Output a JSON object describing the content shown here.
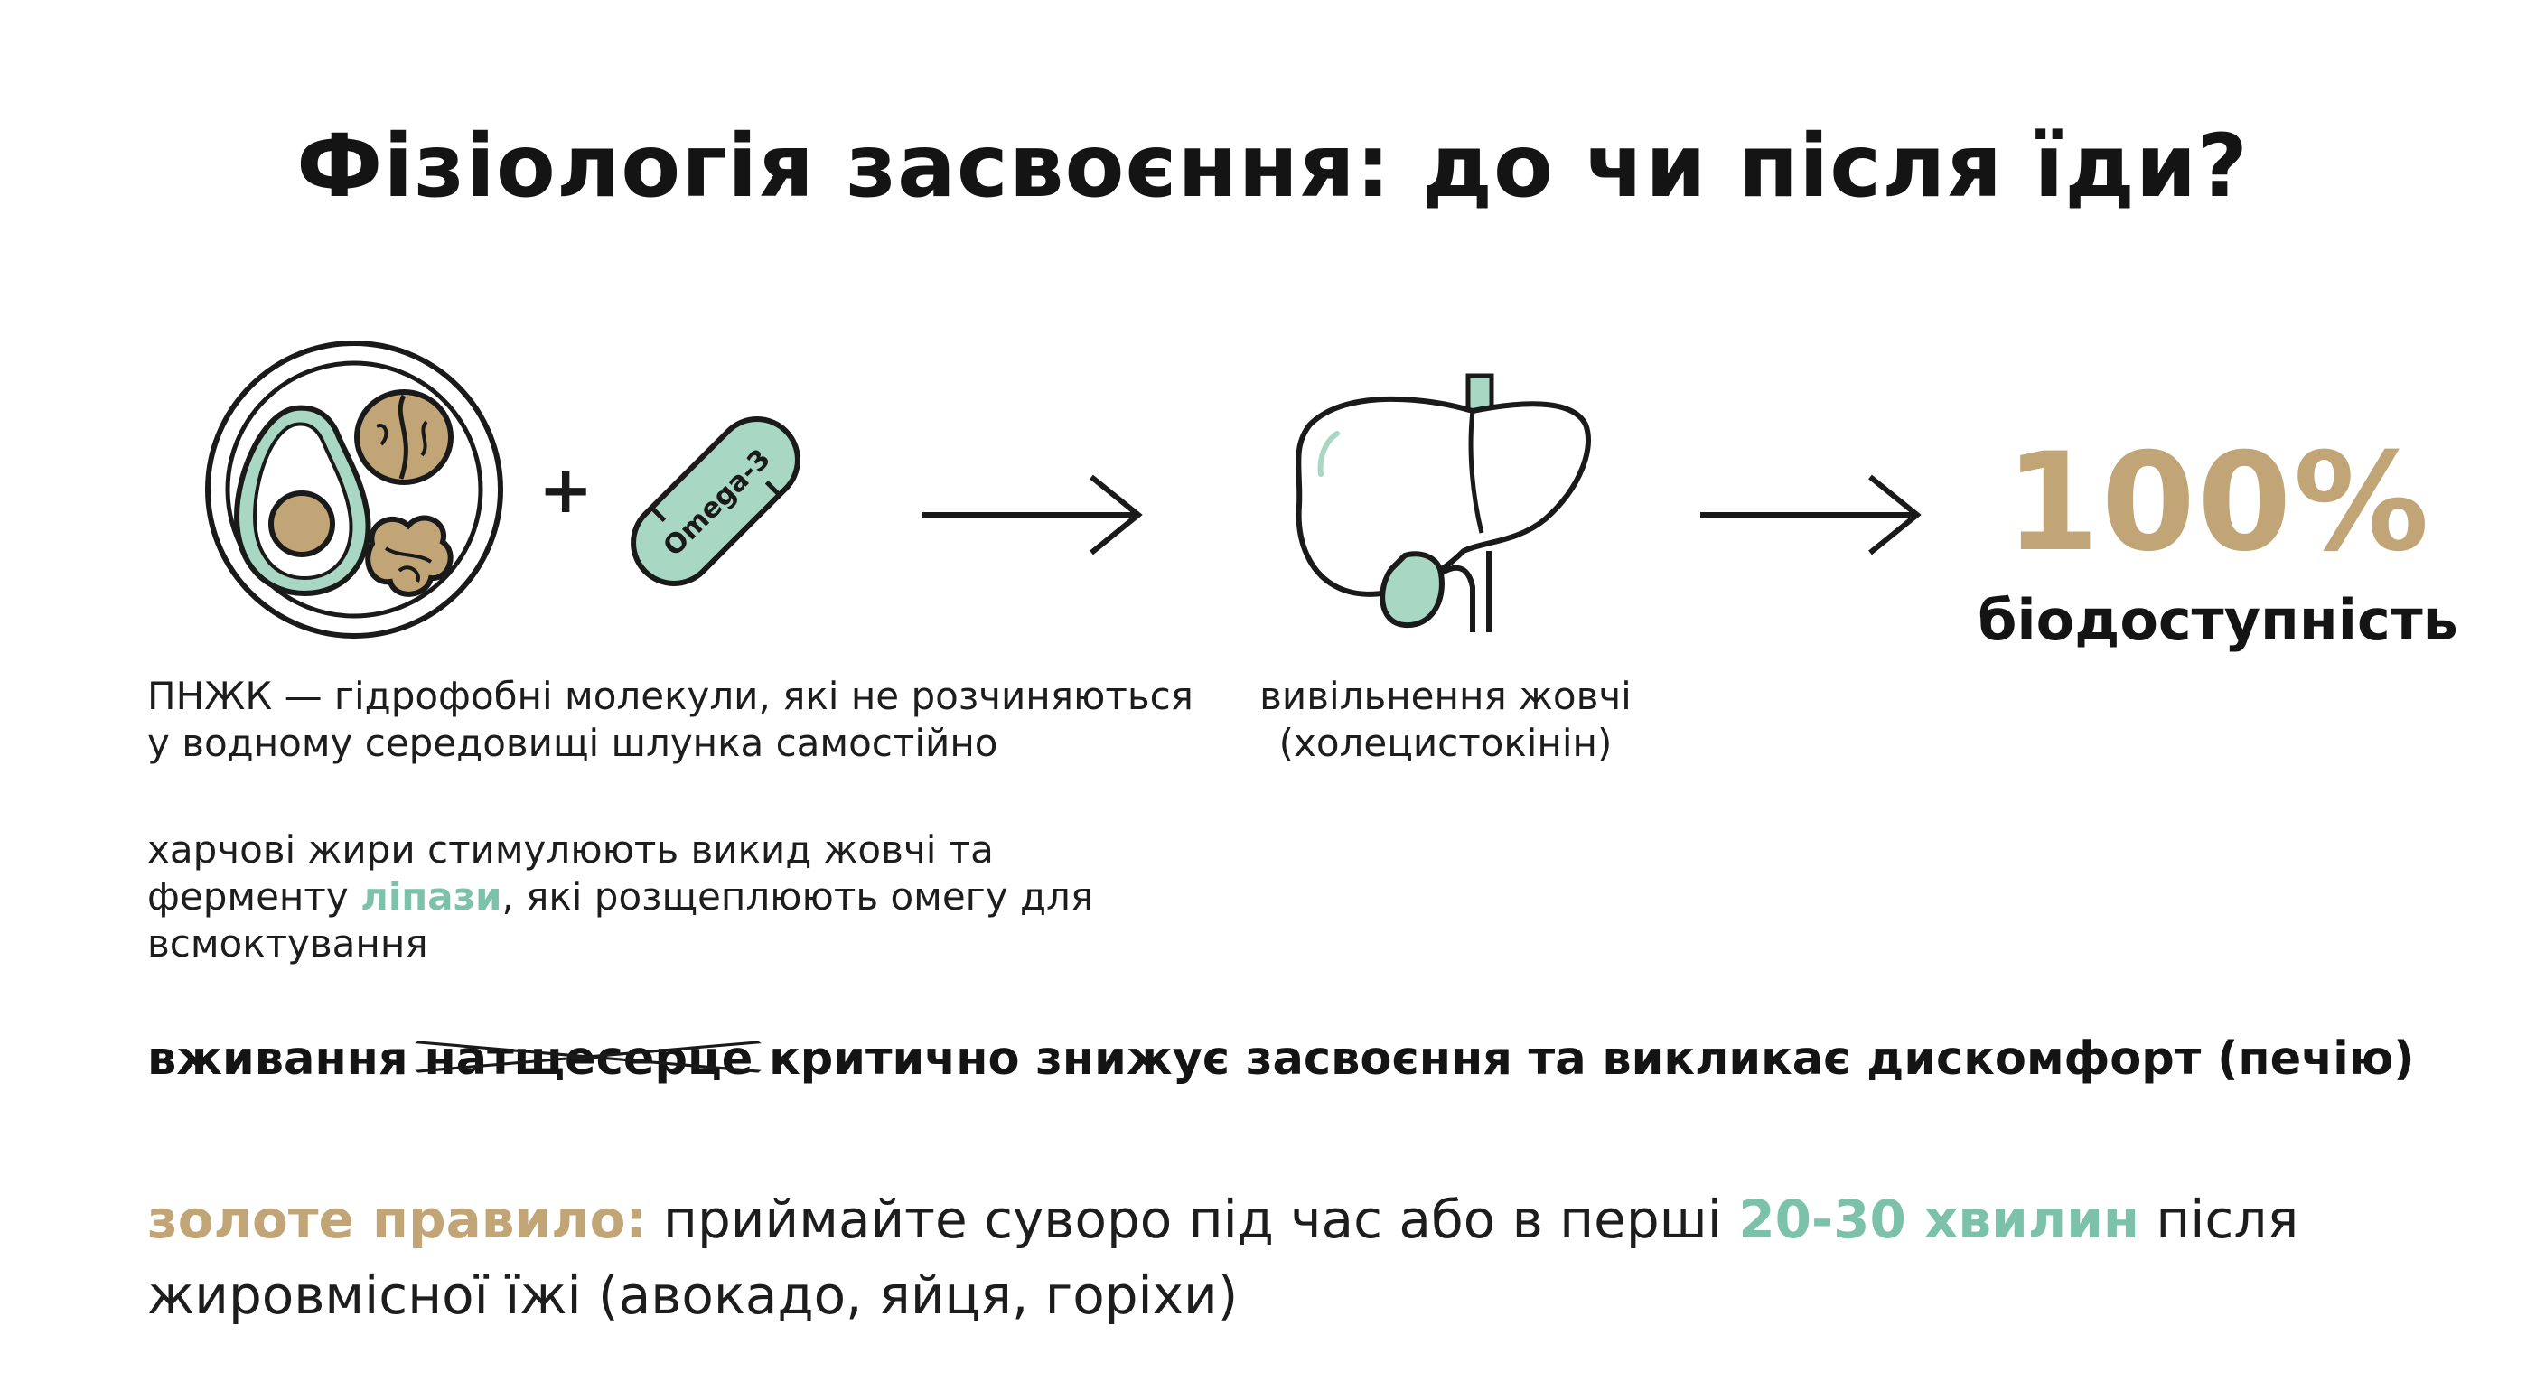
{
  "title": "Фізіологія засвоєння: до чи після їди?",
  "plus_sign": "+",
  "capsule_label": "Omega-3",
  "result": {
    "percent": "100%",
    "label": "біодоступність"
  },
  "description_pufa": {
    "line1": "ПНЖК — гідрофобні молекули, які не розчиняються",
    "line2": "у водному середовищі шлунка самостійно"
  },
  "description_bile": {
    "line1": "вивільнення жовчі",
    "line2": "(холецистокінін)"
  },
  "description_fats": {
    "line1": "харчові жири стимулюють викид жовчі та",
    "line2_before": "ферменту ",
    "line2_highlight": "ліпази",
    "line2_after": ", які розщеплюють омегу для",
    "line3": "всмоктування"
  },
  "warning": {
    "before": "вживання ",
    "struck": "натщесерце",
    "after": " критично знижує засвоєння та викликає дискомфорт (печію)"
  },
  "golden_rule": {
    "label": "золоте правило:",
    "text_before": " приймайте суворо під час або в перші ",
    "highlight": "20-30 хвилин",
    "text_after": " після",
    "line2": "жировмісної їжі (авокадо, яйця, горіхи)"
  },
  "colors": {
    "gold": "#c1a577",
    "teal": "#7cc1a9",
    "text": "#141414"
  },
  "icons": [
    "plate-icon",
    "avocado-icon",
    "walnut-icon",
    "capsule-icon",
    "arrow-right-icon",
    "liver-icon"
  ]
}
